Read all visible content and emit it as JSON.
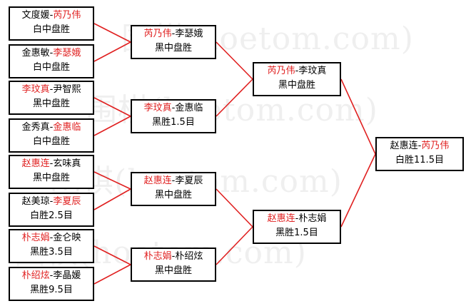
{
  "watermark": "围棋(hoetom.com)",
  "colors": {
    "winner": "#e02020",
    "border": "#000000",
    "connector": "#e02020",
    "text": "#000000"
  },
  "rounds": [
    {
      "name": "round-of-16",
      "matches": [
        {
          "black": "文度媛",
          "white": "芮乃伟",
          "winner": "white",
          "result": "白中盘胜"
        },
        {
          "black": "金惠敏",
          "white": "李瑟娥",
          "winner": "white",
          "result": "白中盘胜"
        },
        {
          "black": "李玟真",
          "white": "尹智熙",
          "winner": "black",
          "result": "黑中盘胜"
        },
        {
          "black": "金秀真",
          "white": "金惠临",
          "winner": "white",
          "result": "白中盘胜"
        },
        {
          "black": "赵惠连",
          "white": "玄味真",
          "winner": "black",
          "result": "黑中盘胜"
        },
        {
          "black": "赵美琼",
          "white": "李夏辰",
          "winner": "white",
          "result": "白胜2.5目"
        },
        {
          "black": "朴志娟",
          "white": "金仑映",
          "winner": "black",
          "result": "黑胜3.5目"
        },
        {
          "black": "朴绍炫",
          "white": "李晶媛",
          "winner": "black",
          "result": "黑胜9.5目"
        }
      ]
    },
    {
      "name": "quarterfinal",
      "matches": [
        {
          "black": "芮乃伟",
          "white": "李瑟娥",
          "winner": "black",
          "result": "黑中盘胜"
        },
        {
          "black": "李玟真",
          "white": "金惠临",
          "winner": "black",
          "result": "黑胜1.5目"
        },
        {
          "black": "赵惠连",
          "white": "李夏辰",
          "winner": "black",
          "result": "黑中盘胜"
        },
        {
          "black": "朴志娟",
          "white": "朴绍炫",
          "winner": "black",
          "result": "黑中盘胜"
        }
      ]
    },
    {
      "name": "semifinal",
      "matches": [
        {
          "black": "芮乃伟",
          "white": "李玟真",
          "winner": "black",
          "result": "黑中盘胜"
        },
        {
          "black": "赵惠连",
          "white": "朴志娟",
          "winner": "black",
          "result": "黑胜1.5目"
        }
      ]
    },
    {
      "name": "final",
      "matches": [
        {
          "black": "赵惠连",
          "white": "芮乃伟",
          "winner": "white",
          "result": "白胜11.5目"
        }
      ]
    }
  ]
}
